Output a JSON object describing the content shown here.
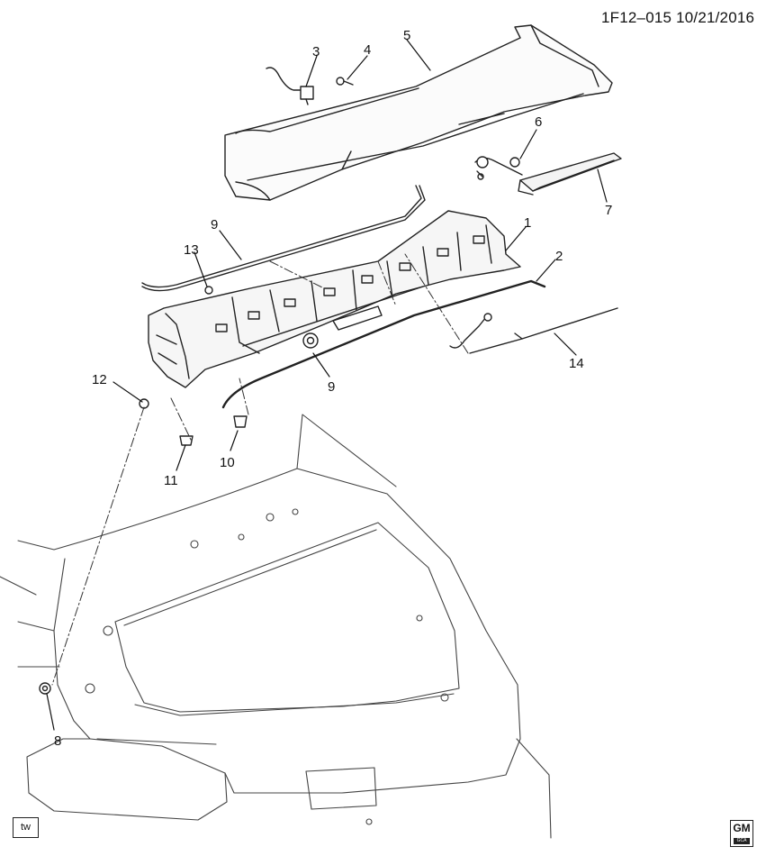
{
  "header": {
    "code": "1F12–015 10/21/2016"
  },
  "badge_tw": "tw",
  "logo": {
    "text": "GM",
    "sub": "GCA"
  },
  "callouts": {
    "c1": "1",
    "c2": "2",
    "c3": "3",
    "c4": "4",
    "c5": "5",
    "c6": "6",
    "c7": "7",
    "c8": "8",
    "c9a": "9",
    "c9b": "9",
    "c10": "10",
    "c11": "11",
    "c12": "12",
    "c13": "13",
    "c14": "14"
  }
}
